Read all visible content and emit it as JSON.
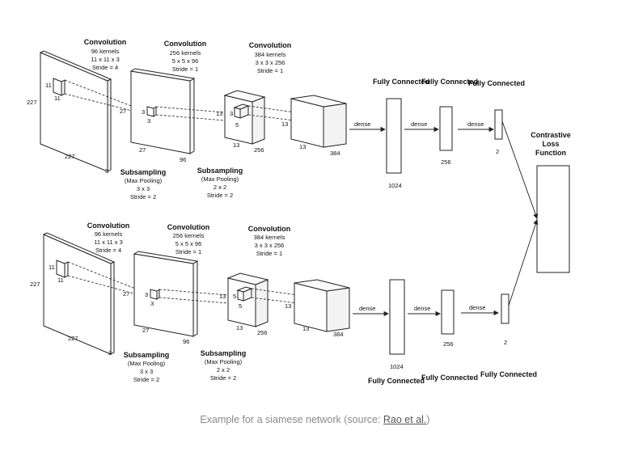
{
  "branch_top": {
    "conv1": {
      "title": "Convolution",
      "l1": "96 kernels",
      "l2": "11 x 11 x 3",
      "l3": "Stride = 4"
    },
    "conv2": {
      "title": "Convolution",
      "l1": "256 kernels",
      "l2": "5 x 5 x 96",
      "l3": "Stride = 1"
    },
    "conv3": {
      "title": "Convolution",
      "l1": "384 kernels",
      "l2": "3 x 3 x 256",
      "l3": "Stride = 1"
    },
    "sub1": {
      "title": "Subsampling",
      "l1": "(Max Pooling)",
      "l2": "3 x 3",
      "l3": "Stride = 2"
    },
    "sub2": {
      "title": "Subsampling",
      "l1": "(Max Pooling)",
      "l2": "2 x 2",
      "l3": "Stride = 2"
    },
    "fc": [
      "Fully Connected",
      "Fully Connected",
      "Fully Connected"
    ],
    "dense": [
      "dense",
      "dense",
      "dense"
    ],
    "dims": {
      "in_h": "227",
      "in_w": "227",
      "in_d": "3",
      "k1a": "11",
      "k1b": "11",
      "c1_h": "27",
      "c1_w": "27",
      "c1_d": "96",
      "k2a": "3",
      "k2b": "3",
      "c2_h": "13",
      "c2_w": "13",
      "c2_d": "256",
      "k3a": "3",
      "k3b": "5",
      "c3_h": "13",
      "c3_w": "13",
      "c3_d": "384",
      "fc1": "1024",
      "fc2": "256",
      "fc3": "2"
    }
  },
  "branch_bottom": {
    "conv1": {
      "title": "Convolution",
      "l1": "96 kernels",
      "l2": "11 x 11 x 3",
      "l3": "Stride = 4"
    },
    "conv2": {
      "title": "Convolution",
      "l1": "256 kernels",
      "l2": "5 x 5 x 96",
      "l3": "Stride = 1"
    },
    "conv3": {
      "title": "Convolution",
      "l1": "384 kernels",
      "l2": "3 x 3 x 256",
      "l3": "Stride = 1"
    },
    "sub1": {
      "title": "Subsampling",
      "l1": "(Max Pooling)",
      "l2": "3 x 3",
      "l3": "Stride = 2"
    },
    "sub2": {
      "title": "Subsampling",
      "l1": "(Max Pooling)",
      "l2": "2 x 2",
      "l3": "Stride = 2"
    },
    "fc": [
      "Fully Connected",
      "Fully Connected",
      "Fully Connected"
    ],
    "dense": [
      "dense",
      "dense",
      "dense"
    ],
    "dims": {
      "in_h": "227",
      "in_w": "227",
      "in_d": "3",
      "k1a": "11",
      "k1b": "11",
      "c1_h": "27",
      "c1_w": "27",
      "c1_d": "96",
      "k2a": "3",
      "k2b": "3",
      "c2_h": "13",
      "c2_w": "13",
      "c2_d": "256",
      "k3a": "5",
      "k3b": "5",
      "c3_h": "13",
      "c3_w": "13",
      "c3_d": "384",
      "fc1": "1024",
      "fc2": "256",
      "fc3": "2"
    }
  },
  "loss": {
    "l1": "Contrastive",
    "l2": "Loss",
    "l3": "Function"
  },
  "caption": {
    "prefix": "Example for a siamese network (source: ",
    "link": "Rao et al.",
    "suffix": ")"
  }
}
